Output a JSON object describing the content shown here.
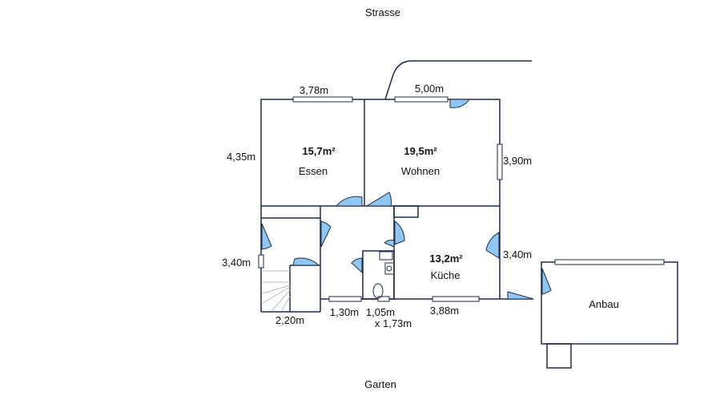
{
  "labels": {
    "top": "Strasse",
    "bottom": "Garten"
  },
  "rooms": {
    "essen": {
      "name": "Essen",
      "area": "15,7m²"
    },
    "wohnen": {
      "name": "Wohnen",
      "area": "19,5m²"
    },
    "kueche": {
      "name": "Küche",
      "area": "13,2m²"
    },
    "anbau": {
      "name": "Anbau"
    }
  },
  "dimensions": {
    "essen_width": "3,78m",
    "wohnen_width": "5,00m",
    "left_height": "4,35m",
    "right_height": "3,90m",
    "stair_height": "3,40m",
    "kitchen_height": "3,40m",
    "stair_width": "2,20m",
    "hall_width": "1,30m",
    "bath_size_1": "1,05m",
    "bath_size_2": "x 1,73m",
    "kitchen_width": "3,88m"
  },
  "colors": {
    "wall": "#1e2a4a",
    "door_fill": "#8ec8f2",
    "window_fill": "#ffffff"
  }
}
